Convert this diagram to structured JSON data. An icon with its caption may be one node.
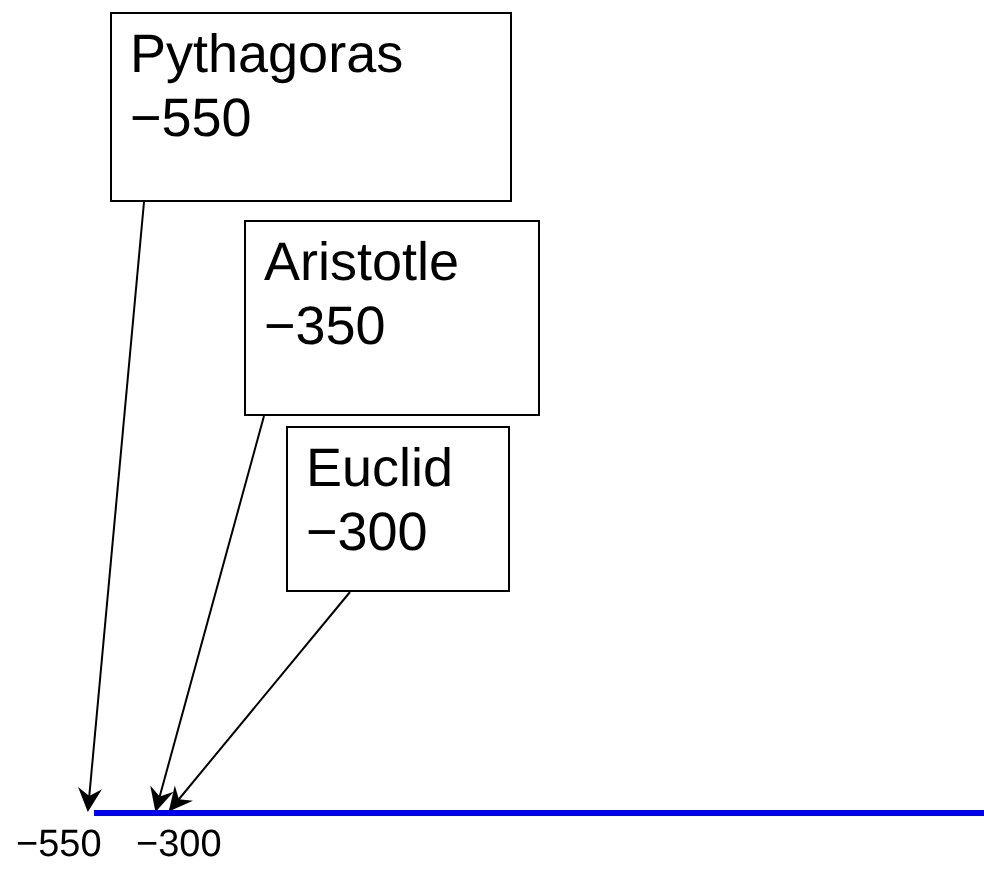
{
  "diagram": {
    "nodes": [
      {
        "text": [
          "Pythagoras",
          "−550"
        ]
      },
      {
        "text": [
          "Aristotle",
          "−350"
        ]
      },
      {
        "text": [
          "Euclid",
          "−300"
        ]
      },
      {
        "text": [],
        "shape": "bar"
      }
    ],
    "edges": [
      {
        "from": 0,
        "to": 3,
        "arrow": "to"
      },
      {
        "from": 1,
        "to": 3,
        "arrow": "to"
      },
      {
        "from": 2,
        "to": 3,
        "arrow": "to"
      }
    ],
    "labels": [
      "−550",
      "−300"
    ]
  }
}
